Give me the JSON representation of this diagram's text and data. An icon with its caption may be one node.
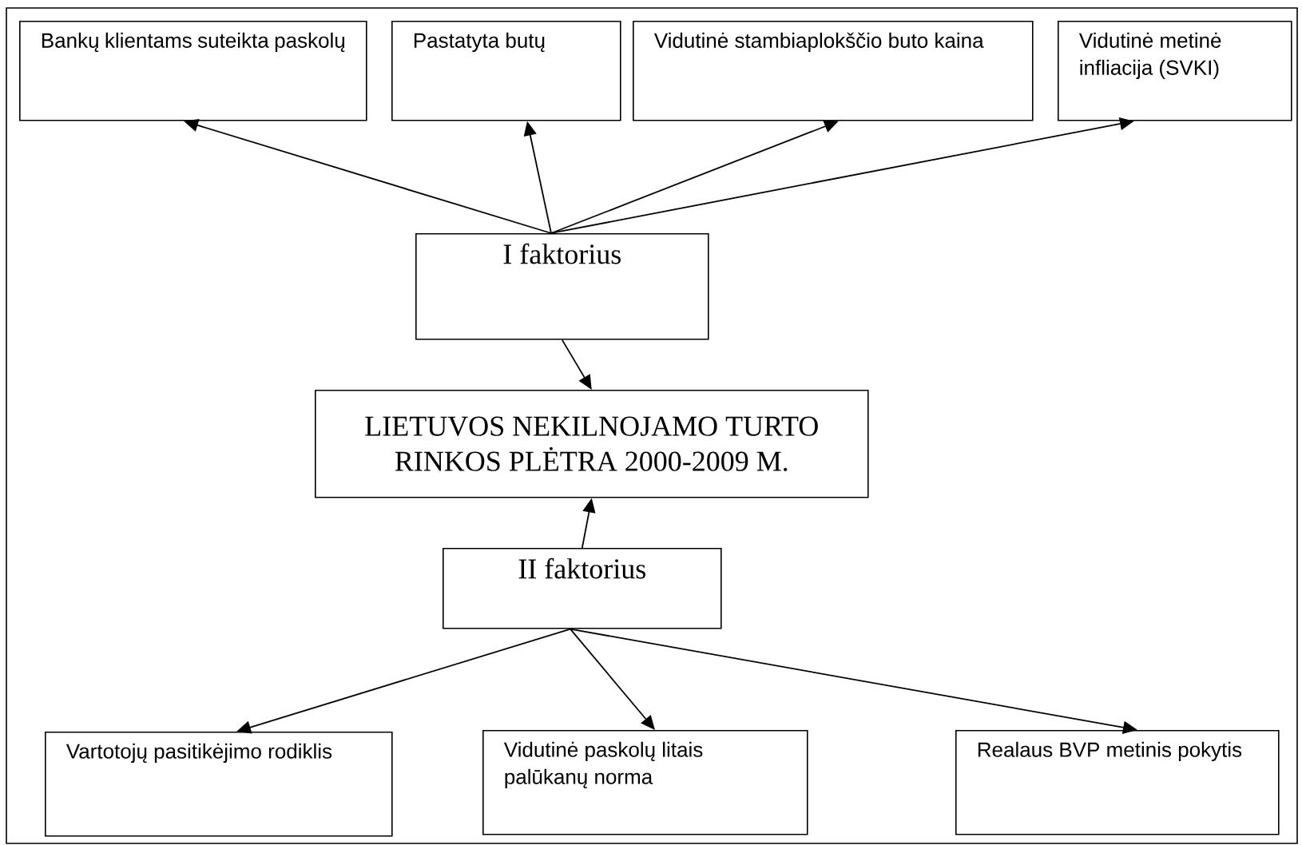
{
  "diagram": {
    "nodes": [
      {
        "text": [
          "Bankų klientams suteikta paskolų"
        ]
      },
      {
        "text": [
          "Pastatyta butų"
        ]
      },
      {
        "text": [
          "Vidutinė stambiaplokščio buto kaina"
        ]
      },
      {
        "text": [
          "Vidutinė metinė infliacija (SVKI)"
        ]
      },
      {
        "text": [
          "I faktorius"
        ]
      },
      {
        "text": [
          "LIETUVOS NEKILNOJAMO TURTO RINKOS PLĖTRA 2000-2009 M."
        ]
      },
      {
        "text": [
          "II faktorius"
        ]
      },
      {
        "text": [
          "Vartotojų pasitikėjimo rodiklis"
        ]
      },
      {
        "text": [
          "Vidutinė paskolų litais palūkanų norma"
        ]
      },
      {
        "text": [
          "Realaus BVP metinis pokytis"
        ]
      }
    ],
    "edges": [
      {
        "from": 4,
        "to": 0,
        "arrow": "to"
      },
      {
        "from": 4,
        "to": 1,
        "arrow": "to"
      },
      {
        "from": 4,
        "to": 2,
        "arrow": "to"
      },
      {
        "from": 4,
        "to": 3,
        "arrow": "to"
      },
      {
        "from": 4,
        "to": 5,
        "arrow": "to"
      },
      {
        "from": 6,
        "to": 5,
        "arrow": "to"
      },
      {
        "from": 6,
        "to": 7,
        "arrow": "to"
      },
      {
        "from": 6,
        "to": 8,
        "arrow": "to"
      },
      {
        "from": 6,
        "to": 9,
        "arrow": "to"
      }
    ]
  }
}
